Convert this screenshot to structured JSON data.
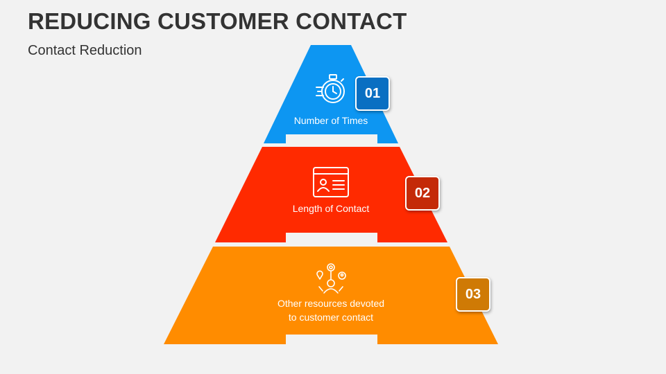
{
  "title": "REDUCING CUSTOMER CONTACT",
  "subtitle": "Contact Reduction",
  "levels": [
    {
      "number": "01",
      "label": "Number of Times",
      "color": "#0d96f2",
      "badge_color": "#0a6fc2",
      "icon": "stopwatch-icon"
    },
    {
      "number": "02",
      "label": "Length of Contact",
      "color": "#ff2a00",
      "badge_color": "#c42a08",
      "icon": "id-card-icon"
    },
    {
      "number": "03",
      "label_line1": "Other resources devoted",
      "label_line2": "to customer contact",
      "color": "#ff8c00",
      "badge_color": "#cf7a05",
      "icon": "resources-people-icon"
    }
  ]
}
